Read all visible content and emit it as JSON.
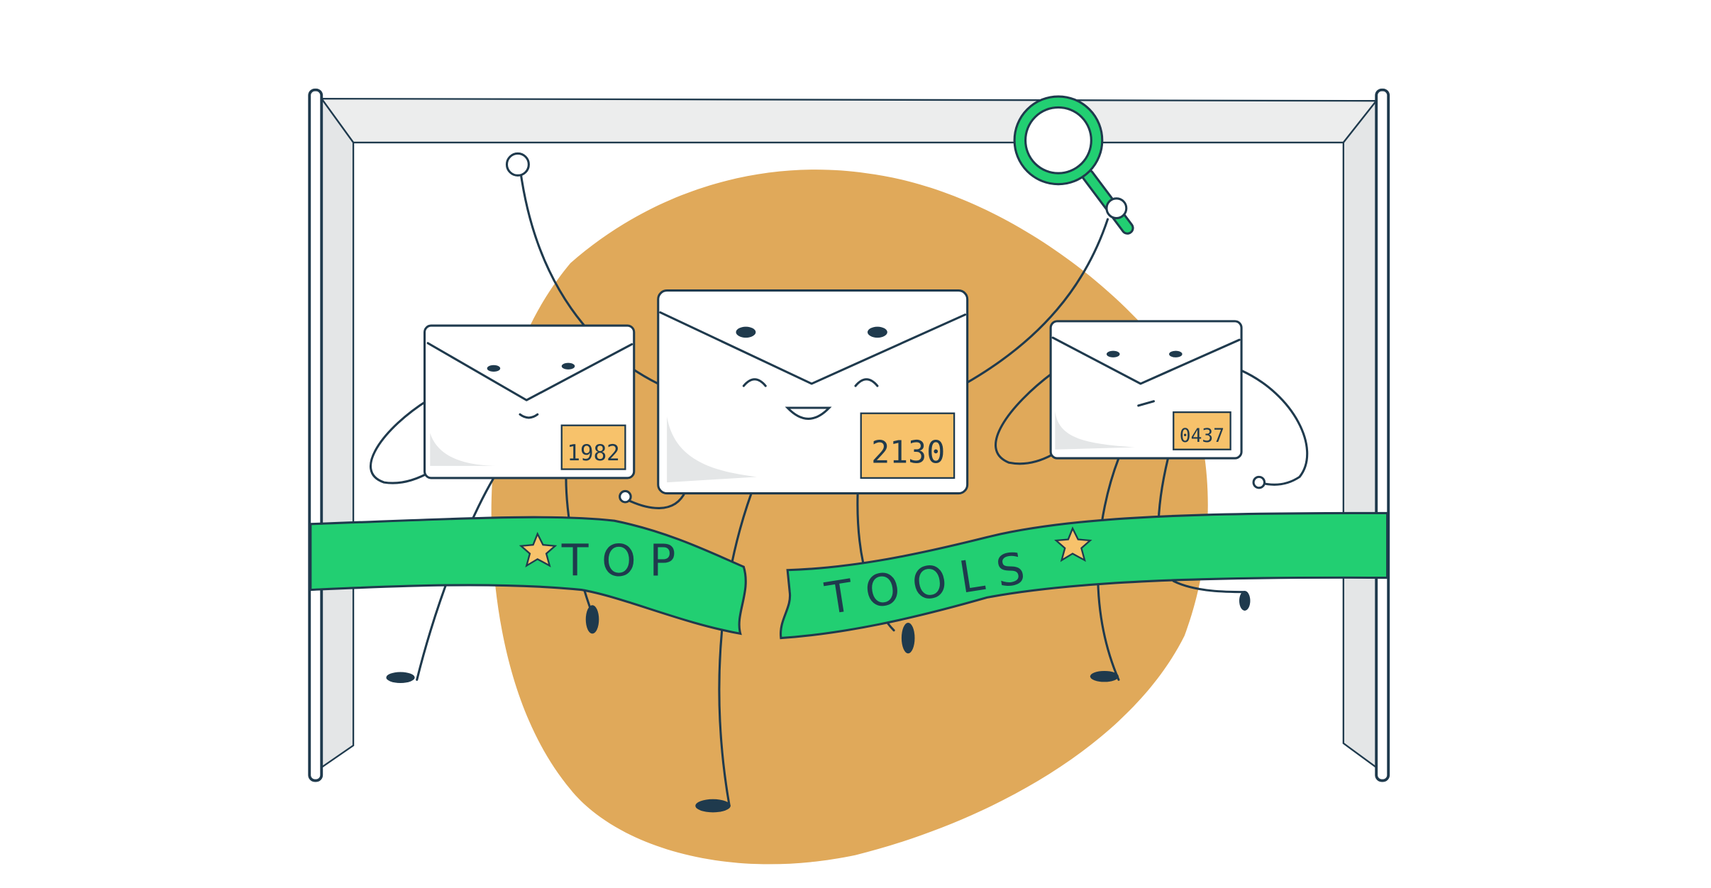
{
  "illustration": {
    "ribbon_left_text": "TOP",
    "ribbon_right_text": "TOOLS",
    "bibs": [
      "1982",
      "2130",
      "0437"
    ]
  },
  "colors": {
    "blob": "#E0A95A",
    "ribbon": "#22CF72",
    "ink": "#1F3A4D",
    "bib": "#F7C26B",
    "frame": "#ECEDED"
  }
}
